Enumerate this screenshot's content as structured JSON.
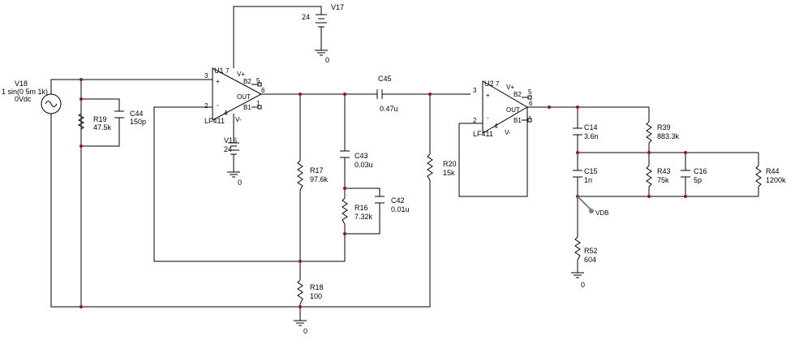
{
  "sources": {
    "v18": {
      "name": "V18",
      "line1": "1 sin(0 5m 1k)",
      "line2": "0Vdc"
    },
    "v17": {
      "name": "V17",
      "value": "24",
      "gnd": "0"
    },
    "v16": {
      "name": "V16",
      "value": "24",
      "gnd": "0"
    }
  },
  "opamps": {
    "u1": {
      "name": "U1",
      "model": "LF411",
      "pin3": "3",
      "pin2": "2",
      "pin7": "7",
      "pin4": "4",
      "pin6": "6",
      "pin5": "5",
      "pin1": "1",
      "vplus": "V+",
      "vminus": "V-",
      "out": "OUT",
      "b2": "B2",
      "b1": "B1",
      "plus": "+",
      "minus": "-"
    },
    "u2": {
      "name": "U2",
      "model": "LF411",
      "pin3": "3",
      "pin2": "2",
      "pin7": "7",
      "pin4": "4",
      "pin6": "6",
      "pin5": "5",
      "pin1": "1",
      "vplus": "V+",
      "vminus": "V-",
      "out": "OUT",
      "b2": "B2",
      "b1": "B1",
      "plus": "+",
      "minus": "-"
    }
  },
  "parts": {
    "r19": {
      "name": "R19",
      "value": "47.5k"
    },
    "c44": {
      "name": "C44",
      "value": "150p"
    },
    "c45": {
      "name": "C45",
      "value": "0.47u"
    },
    "c43": {
      "name": "C43",
      "value": "0.03u"
    },
    "c42": {
      "name": "C42",
      "value": "0.01u"
    },
    "r16": {
      "name": "R16",
      "value": "7.32k"
    },
    "r17": {
      "name": "R17",
      "value": "97.6k"
    },
    "r18": {
      "name": "R18",
      "value": "100"
    },
    "r20": {
      "name": "R20",
      "value": "15k"
    },
    "c14": {
      "name": "C14",
      "value": "3.6n"
    },
    "c15": {
      "name": "C15",
      "value": "1n"
    },
    "r39": {
      "name": "R39",
      "value": "883.3k"
    },
    "r43": {
      "name": "R43",
      "value": "75k"
    },
    "c16": {
      "name": "C16",
      "value": "5p"
    },
    "r44": {
      "name": "R44",
      "value": "1200k"
    },
    "r52": {
      "name": "R52",
      "value": "604"
    }
  },
  "grounds": {
    "g18": "0",
    "g52": "0"
  },
  "probe": {
    "label": "VDB"
  },
  "colors": {
    "wire": "#000000",
    "junction": "#8a1048",
    "probe": "#808080"
  }
}
